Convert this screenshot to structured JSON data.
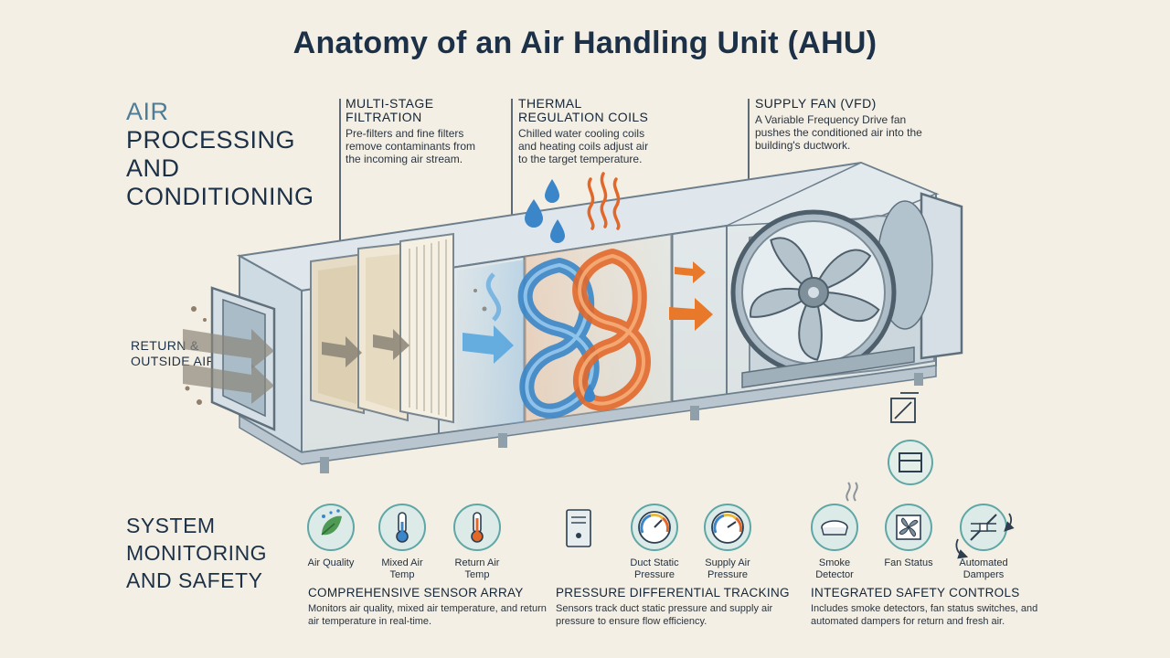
{
  "title": "Anatomy of an Air Handling Unit (AHU)",
  "air_section": {
    "lines": [
      "AIR",
      "PROCESSING",
      "AND",
      "CONDITIONING"
    ]
  },
  "callouts": {
    "filtration": {
      "heading_lines": [
        "MULTI-STAGE",
        "FILTRATION"
      ],
      "desc": "Pre-filters and fine filters remove contaminants from the incoming air stream."
    },
    "coils": {
      "heading_lines": [
        "THERMAL",
        "REGULATION COILS"
      ],
      "desc": "Chilled water cooling coils and heating coils adjust air to the target temperature."
    },
    "fan": {
      "heading": "SUPPLY FAN (VFD)",
      "desc": "A Variable Frequency Drive fan pushes the conditioned air into the building's ductwork."
    }
  },
  "return_air": {
    "lines": [
      "RETURN &",
      "OUTSIDE AIR"
    ]
  },
  "monitoring_section": {
    "lines": [
      "SYSTEM",
      "MONITORING",
      "AND SAFETY"
    ]
  },
  "sensor_group": {
    "heading": "COMPREHENSIVE SENSOR ARRAY",
    "desc": "Monitors air quality, mixed air temperature, and return air temperature in real-time.",
    "icons": [
      {
        "name": "leaf-icon",
        "label_lines": [
          "Air Quality"
        ]
      },
      {
        "name": "thermometer-icon",
        "label_lines": [
          "Mixed Air",
          "Temp"
        ]
      },
      {
        "name": "thermometer-icon",
        "label_lines": [
          "Return Air",
          "Temp"
        ]
      }
    ]
  },
  "pressure_group": {
    "heading": "PRESSURE DIFFERENTIAL TRACKING",
    "desc": "Sensors track duct static pressure and supply air pressure to ensure flow efficiency.",
    "icons": [
      {
        "name": "pressure-gauge-icon",
        "label_lines": [
          "Duct Static",
          "Pressure"
        ]
      },
      {
        "name": "pressure-gauge-icon",
        "label_lines": [
          "Supply Air",
          "Pressure"
        ]
      }
    ]
  },
  "safety_group": {
    "heading": "INTEGRATED SAFETY CONTROLS",
    "desc": "Includes smoke detectors, fan status switches, and automated dampers for return and fresh air.",
    "icons": [
      {
        "name": "smoke-detector-icon",
        "label_lines": [
          "Smoke",
          "Detector"
        ]
      },
      {
        "name": "fan-icon",
        "label_lines": [
          "Fan Status"
        ]
      },
      {
        "name": "damper-icon",
        "label_lines": [
          "Automated",
          "Dampers"
        ]
      }
    ]
  },
  "colors": {
    "title": "#1c3147",
    "accent_blue": "#3a86c8",
    "accent_orange": "#e8792b",
    "background": "#f4efe4",
    "teal_icon": "#5fa7a6"
  }
}
